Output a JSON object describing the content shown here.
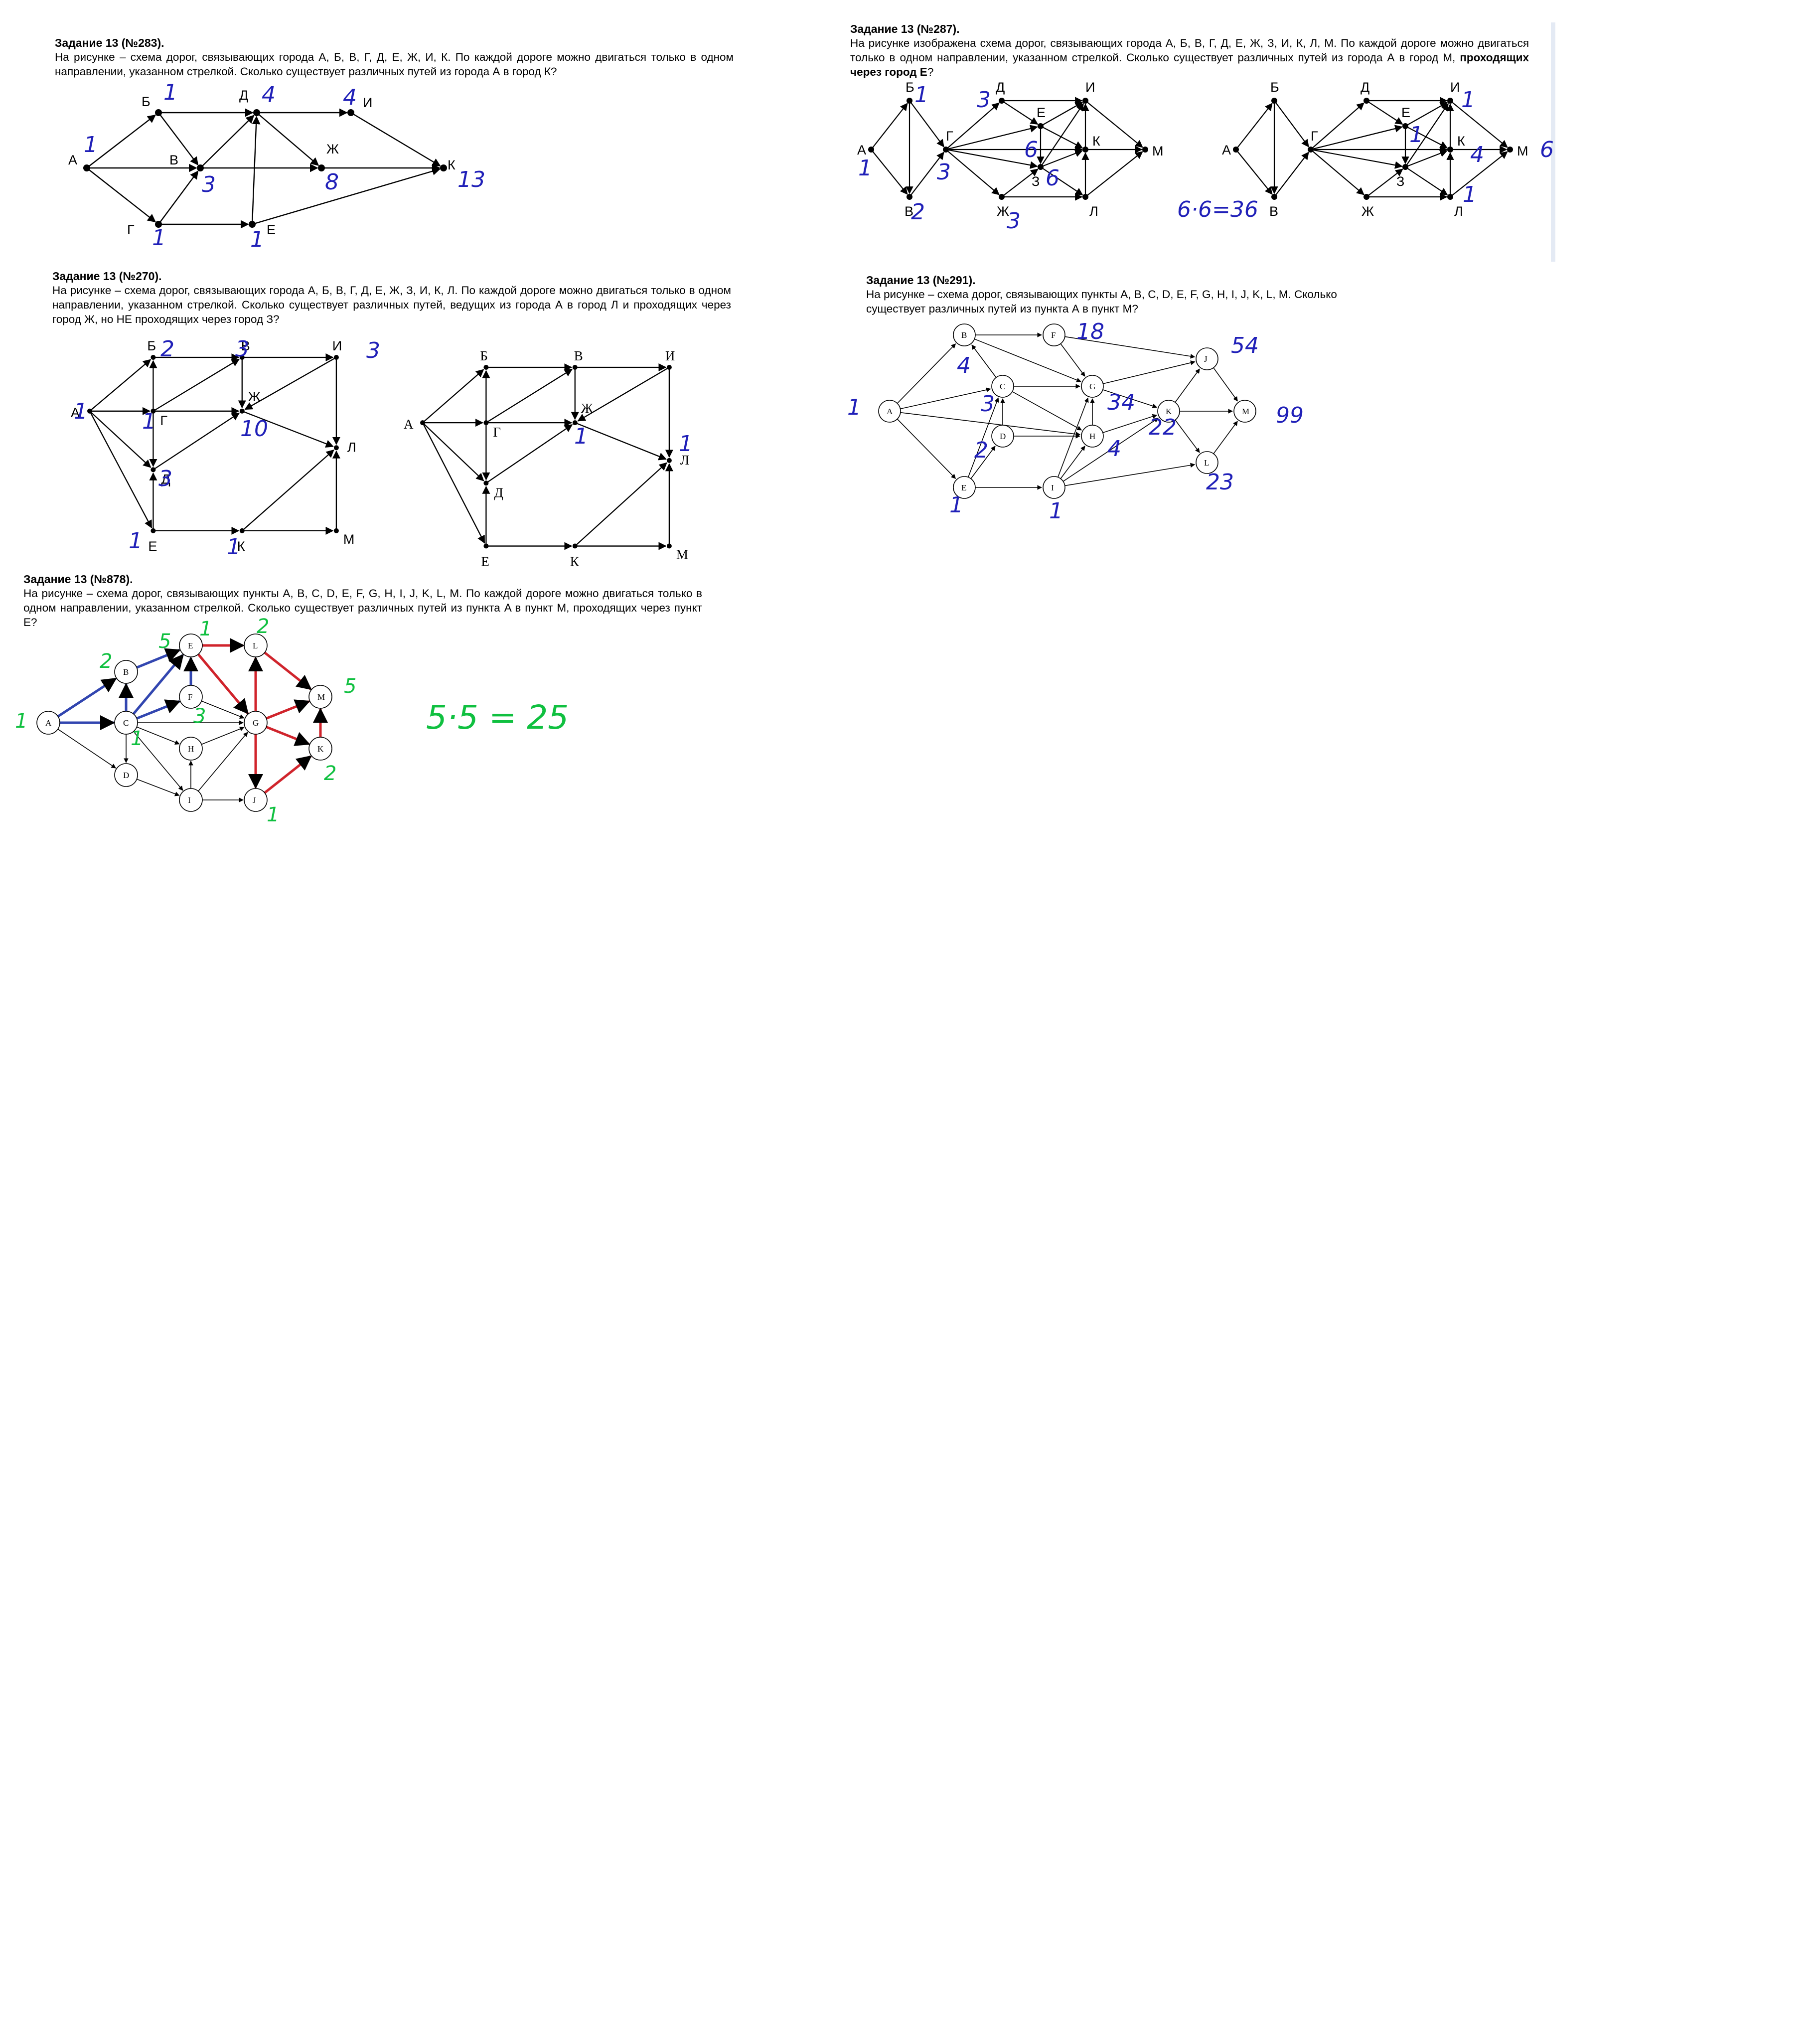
{
  "tasks": {
    "t283": {
      "title": "Задание 13 (№283).",
      "text": "На рисунке – схема дорог, связывающих города А, Б, В, Г, Д, Е, Ж, И, К. По каждой дороге можно двигаться только в одном направлении, указанном стрелкой. Сколько существует различных путей из города А в город К?"
    },
    "t287": {
      "title": "Задание 13 (№287).",
      "text": "На рисунке изображена схема дорог, связывающих города А, Б, В, Г, Д, Е, Ж, З, И, К, Л, М. По каждой дороге можно двигаться только в одном направлении, указанном стрелкой. Сколько существует различных путей из города А в город М, ",
      "text_bold": "проходящих через город Е",
      "text_end": "?"
    },
    "t270": {
      "title": "Задание 13 (№270).",
      "text": "На рисунке – схема дорог, связывающих города А, Б, В, Г, Д, Е, Ж, З, И, К, Л. По каждой дороге можно двигаться только в одном направлении, указанном стрелкой. Сколько существует различных путей, ведущих из города А в город Л и проходящих через город Ж, но НЕ проходящих через город З?"
    },
    "t291": {
      "title": "Задание 13 (№291).",
      "text": "На рисунке – схема дорог, связывающих пункты A, B, C, D, E, F, G, H, I, J, K, L, M. Сколько существует различных путей из пункта А в пункт М?"
    },
    "t878": {
      "title": "Задание 13 (№878).",
      "text": "На рисунке – схема дорог, связывающих пункты A, B, C, D, E, F, G, H, I, J, K, L, M. По каждой дороге можно двигаться только в одном направлении, указанном стрелкой. Сколько существует различных путей из пункта A в пункт M, проходящих через пункт E?"
    }
  },
  "graph283": {
    "nodes": {
      "А": "А",
      "Б": "Б",
      "В": "В",
      "Г": "Г",
      "Д": "Д",
      "Е": "Е",
      "Ж": "Ж",
      "И": "И",
      "К": "К"
    },
    "notes": {
      "А": "1",
      "Б": "1",
      "В": "3",
      "Г": "1",
      "Д": "4",
      "Е": "1",
      "Ж": "8",
      "И": "4",
      "К": "13"
    }
  },
  "graph287a": {
    "nodes": {
      "А": "А",
      "Б": "Б",
      "В": "В",
      "Г": "Г",
      "Д": "Д",
      "Е": "Е",
      "Ж": "Ж",
      "З": "З",
      "И": "И",
      "К": "К",
      "Л": "Л",
      "М": "М"
    },
    "notes": {
      "А": "1",
      "Б": "1",
      "В": "2",
      "Г": "3",
      "Д": "3",
      "Е": "6",
      "Ж": "3",
      "З": "6"
    }
  },
  "graph287b": {
    "nodes": {
      "А": "А",
      "Б": "Б",
      "В": "В",
      "Г": "Г",
      "Д": "Д",
      "Е": "Е",
      "Ж": "Ж",
      "З": "З",
      "И": "И",
      "К": "К",
      "Л": "Л",
      "М": "М"
    },
    "notes": {
      "Е": "1",
      "И": "1",
      "К": "4",
      "Л": "1",
      "М": "6",
      "calc": "6·6=36"
    }
  },
  "graph270a": {
    "nodes": {
      "А": "А",
      "Б": "Б",
      "В": "В",
      "Г": "Г",
      "Д": "Д",
      "Е": "Е",
      "Ж": "Ж",
      "И": "И",
      "К": "К",
      "Л": "Л",
      "М": "М"
    },
    "notes": {
      "А": "1",
      "Б": "2",
      "В": "3",
      "Г": "1",
      "Д": "3",
      "Е": "1",
      "Ж": "10",
      "И": "3",
      "К": "1"
    }
  },
  "graph270b": {
    "nodes": {
      "А": "А",
      "Б": "Б",
      "В": "В",
      "Г": "Г",
      "Д": "Д",
      "Е": "Е",
      "Ж": "Ж",
      "И": "И",
      "К": "К",
      "Л": "Л",
      "М": "М"
    },
    "notes": {
      "Ж": "1",
      "Л": "1"
    }
  },
  "graph291": {
    "nodes": {
      "A": "A",
      "B": "B",
      "C": "C",
      "D": "D",
      "E": "E",
      "F": "F",
      "G": "G",
      "H": "H",
      "I": "I",
      "J": "J",
      "K": "K",
      "L": "L",
      "M": "M"
    },
    "notes": {
      "A": "1",
      "B": "4",
      "C": "3",
      "D": "2",
      "E": "1",
      "F": "18",
      "G": "34",
      "H": "4",
      "I": "1",
      "J": "54",
      "K": "22",
      "L": "23",
      "M": "99"
    }
  },
  "graph878": {
    "nodes": {
      "A": "A",
      "B": "B",
      "C": "C",
      "D": "D",
      "E": "E",
      "F": "F",
      "G": "G",
      "H": "H",
      "I": "I",
      "J": "J",
      "K": "K",
      "L": "L",
      "M": "M"
    },
    "notes": {
      "A": "1",
      "B": "2",
      "C": "1",
      "E": "5",
      "F": "3",
      "E2": "1",
      "L": "2",
      "M": "5",
      "K": "2",
      "J": "1",
      "calc": "5·5 = 25"
    }
  }
}
